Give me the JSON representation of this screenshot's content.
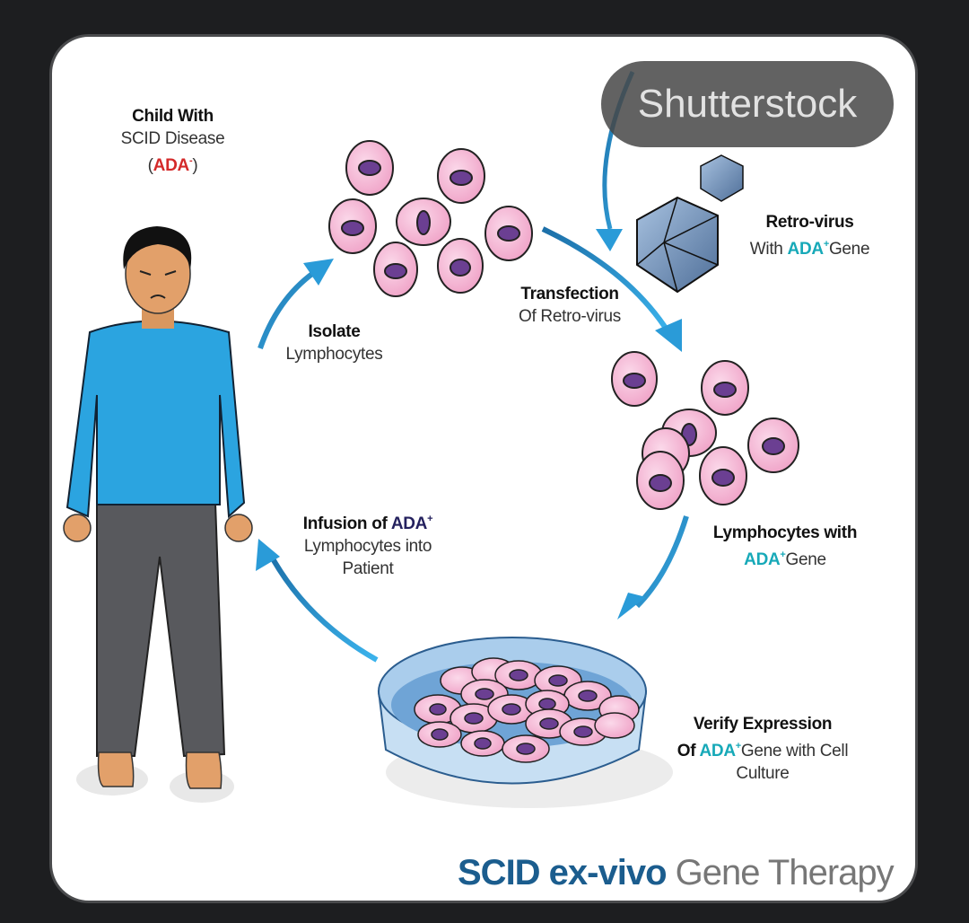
{
  "diagram": {
    "title": {
      "bold": "SCID ex-vivo",
      "regular": "Gene Therapy"
    },
    "watermark": "Shutterstock",
    "colors": {
      "arrow": "#2a9bd8",
      "title_blue": "#1b5d8e",
      "ada_plus": "#17a9b8",
      "ada_minus": "#d42a2a",
      "cell_pink": "#f3b6d3",
      "nucleus": "#6b3f92"
    },
    "labels": {
      "patient": {
        "line1": "Child With",
        "line2": "SCID Disease",
        "paren_open": "(",
        "ada": "ADA",
        "sup": "-",
        "paren_close": ")"
      },
      "isolate": {
        "line1": "Isolate",
        "line2": "Lymphocytes"
      },
      "retrovirus": {
        "line1": "Retro-virus",
        "with": "With ",
        "ada": "ADA",
        "sup": "+",
        "gene": "Gene"
      },
      "transfection": {
        "line1": "Transfection",
        "line2": "Of Retro-virus"
      },
      "modified": {
        "line1": "Lymphocytes with",
        "ada": "ADA",
        "sup": "+",
        "gene": "Gene"
      },
      "verify": {
        "line1": "Verify Expression",
        "of": "Of ",
        "ada": "ADA",
        "sup": "+",
        "rest": "Gene with Cell",
        "line3": "Culture"
      },
      "infusion": {
        "line1": "Infusion of ",
        "ada": "ADA",
        "sup": "+",
        "line2": "Lymphocytes into",
        "line3": "Patient"
      }
    },
    "steps": [
      "Child With SCID Disease (ADA-)",
      "Isolate Lymphocytes",
      "Transfection Of Retro-virus",
      "Lymphocytes with ADA+ Gene",
      "Verify Expression Of ADA+ Gene with Cell Culture",
      "Infusion of ADA+ Lymphocytes into Patient"
    ]
  }
}
